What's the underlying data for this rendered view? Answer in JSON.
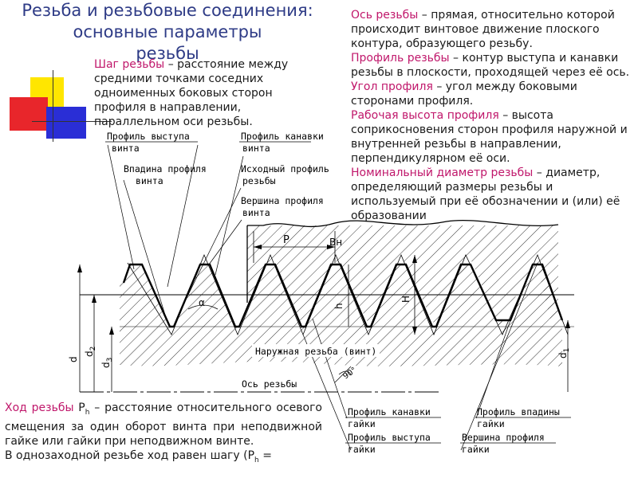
{
  "title": {
    "line1": "Резьба и резьбовые соединения:",
    "line2": "основные параметры",
    "line3": "резьбы"
  },
  "definitions": {
    "step": {
      "term": "Шаг резьбы",
      "text": " – расстояние между средними точками соседних одноименных боковых сторон профиля в направлении, параллельном оси резьбы."
    },
    "axis": {
      "term": "Ось резьбы",
      "text": " – прямая, относительно которой происходит винтовое движение плоского контура, образующего резьбу."
    },
    "profile": {
      "term": "Профиль резьбы",
      "text": " – контур выступа и канавки резьбы в плоскости, проходящей через её ось."
    },
    "angle": {
      "term": "Угол профиля",
      "text": " – угол между боковыми сторонами профиля."
    },
    "work_height": {
      "term": "Рабочая высота профиля",
      "text": " – высота соприкосновения сторон профиля наружной и внутренней резьбы в направлении, перпендикулярном её оси."
    },
    "nominal": {
      "term": "Номинальный диаметр резьбы",
      "text": " – диаметр, определяющий размеры резьбы и используемый при её обозначении и (или) её образовании"
    },
    "lead": {
      "term": "Ход резьбы",
      "symbol": " P",
      "sub": "h",
      "text": " – расстояние относительного осевого смещения за один оборот винта при неподвижной гайке или гайки при неподвижном винте.",
      "note": "В однозаходной резьбе ход равен шагу (P",
      "note_sub": "h",
      "note_end": " ="
    }
  },
  "diagram_labels": {
    "crest_profile_screw": [
      "Профиль выступа",
      "винта"
    ],
    "groove_profile_screw": [
      "Профиль канавки",
      "винта"
    ],
    "root_profile_screw": [
      "Впадина профиля",
      "винта"
    ],
    "basic_profile": [
      "Исходный профиль",
      "резьбы"
    ],
    "crest_top_screw": [
      "Вершина профиля",
      "винта"
    ],
    "external_thread": "Наружная резьба (винт)",
    "thread_axis": "Ось резьбы",
    "groove_profile_nut": [
      "Профиль канавки",
      "гайки"
    ],
    "root_profile_nut": [
      "Профиль впадины",
      "гайки"
    ],
    "crest_profile_nut": [
      "Профиль выступа",
      "гайки"
    ],
    "crest_top_nut": [
      "Вершина профиля",
      "гайки"
    ],
    "P": "P",
    "Bn": "Вн",
    "alpha": "α",
    "h": "h",
    "H": "H",
    "d": "d",
    "d2": "d",
    "d2_sub": "2",
    "d3": "d",
    "d3_sub": "3",
    "d1": "d",
    "d1_sub": "1",
    "angle90": "90°"
  },
  "colors": {
    "title": "#2e3b86",
    "term": "#c0176b",
    "deco_yellow": "#ffe600",
    "deco_red": "#e8262b",
    "deco_blue": "#2a2ed6"
  }
}
